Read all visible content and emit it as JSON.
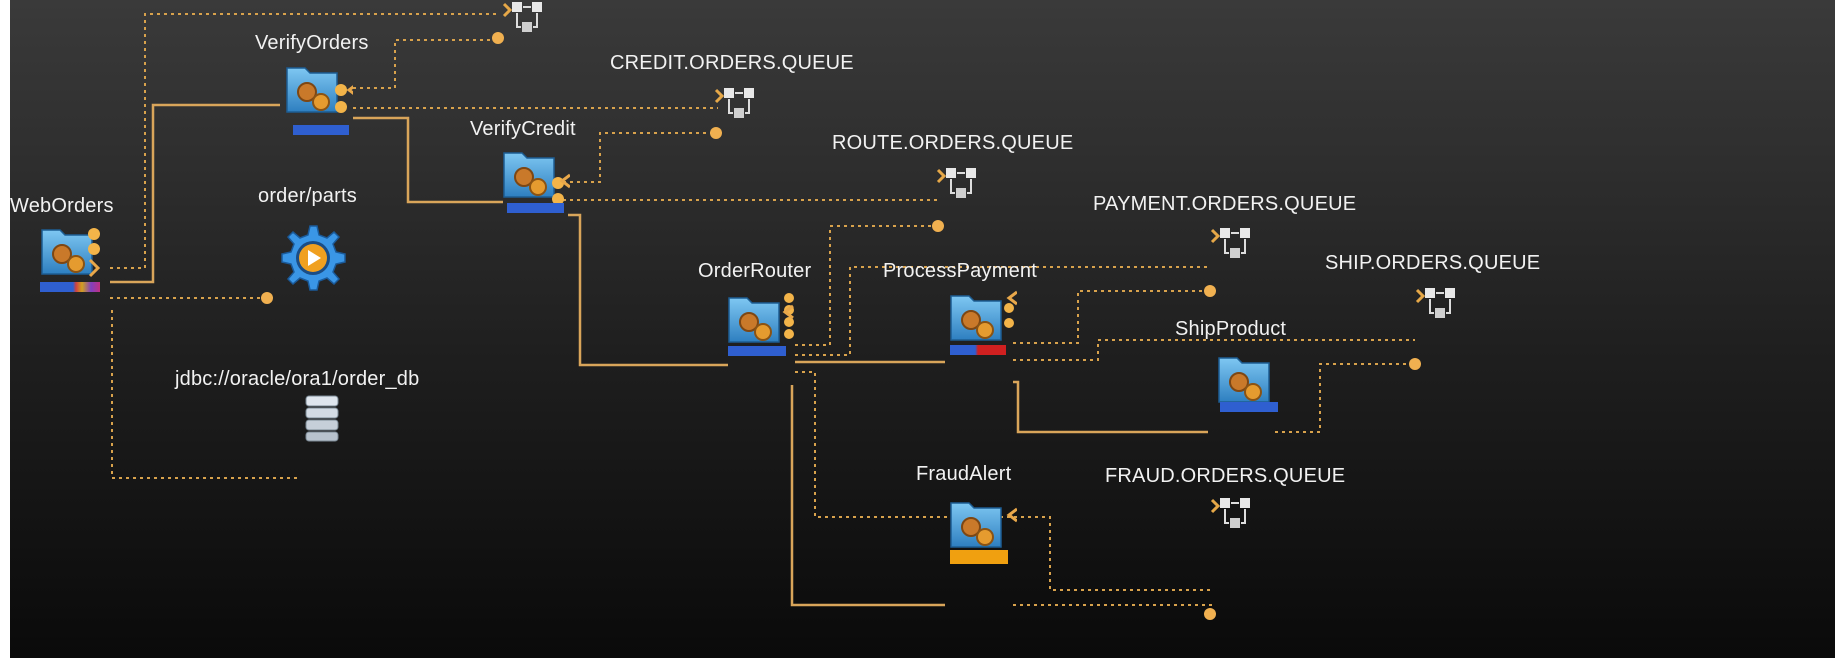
{
  "services": {
    "web_orders": {
      "label": "WebOrders"
    },
    "verify_orders": {
      "label": "VerifyOrders"
    },
    "verify_credit": {
      "label": "VerifyCredit"
    },
    "order_router": {
      "label": "OrderRouter"
    },
    "process_payment": {
      "label": "ProcessPayment"
    },
    "ship_product": {
      "label": "ShipProduct"
    },
    "fraud_alert": {
      "label": "FraudAlert"
    }
  },
  "queues": {
    "credit": {
      "label": "CREDIT.ORDERS.QUEUE"
    },
    "route": {
      "label": "ROUTE.ORDERS.QUEUE"
    },
    "payment": {
      "label": "PAYMENT.ORDERS.QUEUE"
    },
    "ship": {
      "label": "SHIP.ORDERS.QUEUE"
    },
    "fraud": {
      "label": "FRAUD.ORDERS.QUEUE"
    }
  },
  "resources": {
    "process": {
      "label": "order/parts",
      "icon": "gear-play-icon"
    },
    "database": {
      "label": "jdbc://oracle/ora1/order_db",
      "icon": "database-icon"
    }
  },
  "colors": {
    "wire": "#e0a050",
    "dotted": "#d8a24c",
    "status_blue": "#2f5fd0",
    "status_red": "#d02020",
    "status_orange": "#f0a010"
  }
}
